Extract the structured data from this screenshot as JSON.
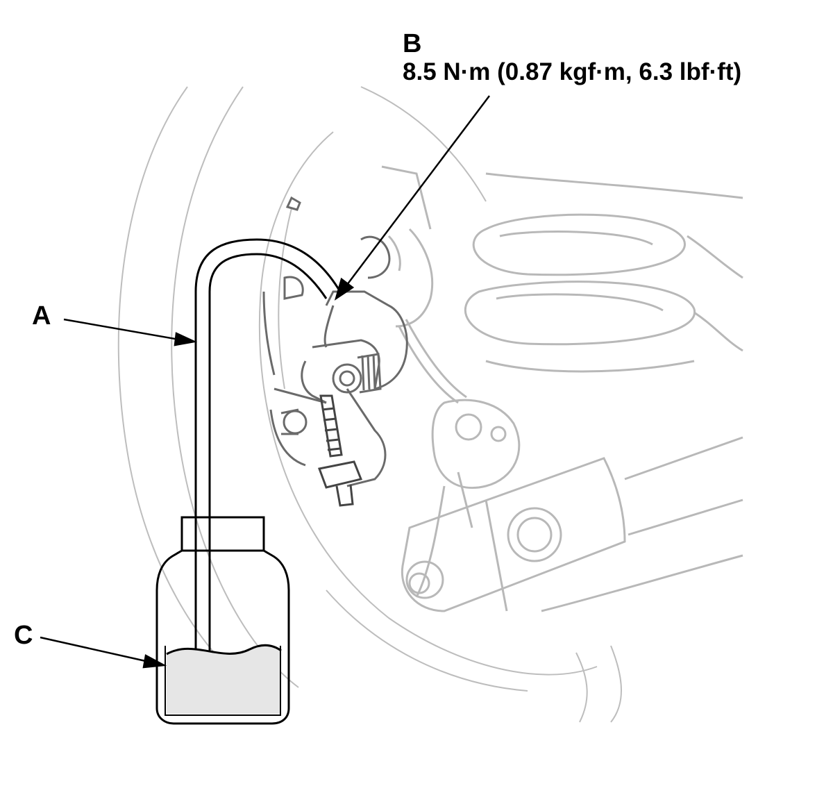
{
  "callouts": {
    "a": {
      "letter": "A"
    },
    "b": {
      "letter": "B",
      "torque": "8.5 N·m (0.87 kgf·m, 6.3 lbf·ft)"
    },
    "c": {
      "letter": "C"
    }
  },
  "colors": {
    "ink": "#000000",
    "background_lines": "#b8b8b8",
    "fluid": "#e6e6e6"
  }
}
